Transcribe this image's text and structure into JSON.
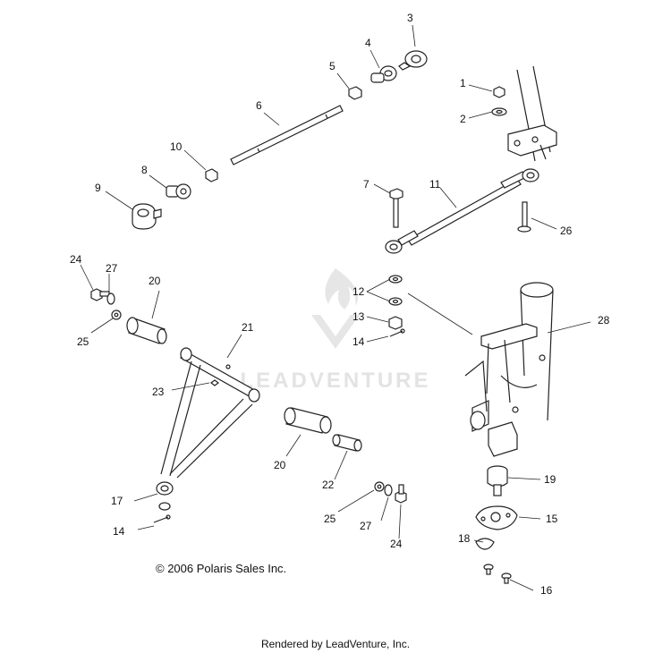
{
  "callouts": [
    "1",
    "2",
    "3",
    "4",
    "5",
    "6",
    "7",
    "8",
    "9",
    "10",
    "11",
    "12",
    "13",
    "14",
    "15",
    "16",
    "17",
    "18",
    "19",
    "20",
    "21",
    "22",
    "23",
    "24",
    "25",
    "26",
    "27",
    "28"
  ],
  "extra_callouts": {
    "c12b": "12",
    "c14b": "14",
    "c20b": "20",
    "c24b": "24",
    "c25b": "25",
    "c27b": "27"
  },
  "watermark": "LEADVENTURE",
  "copyright": "© 2006 Polaris Sales Inc.",
  "footer": "Rendered by LeadVenture, Inc."
}
